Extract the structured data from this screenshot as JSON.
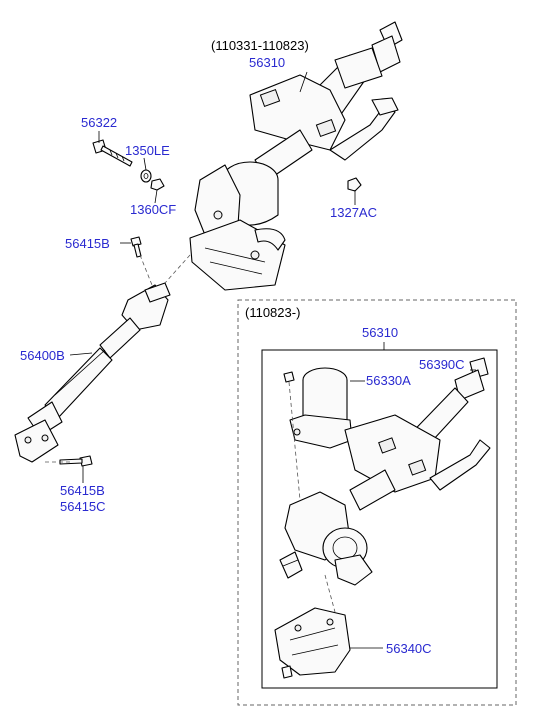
{
  "labels": {
    "variant_old": "(110331-110823)",
    "variant_new": "(110823-)",
    "p56310_top": "56310",
    "p56322": "56322",
    "p1350LE": "1350LE",
    "p1360CF": "1360CF",
    "p1327AC": "1327AC",
    "p56415B_top": "56415B",
    "p56400B": "56400B",
    "p56415B_bottom": "56415B",
    "p56415C": "56415C",
    "p56310_new": "56310",
    "p56390C": "56390C",
    "p56330A": "56330A",
    "p56340C": "56340C"
  },
  "colors": {
    "part_number": "#2a2ad0",
    "text": "#000000",
    "line": "#000000"
  }
}
